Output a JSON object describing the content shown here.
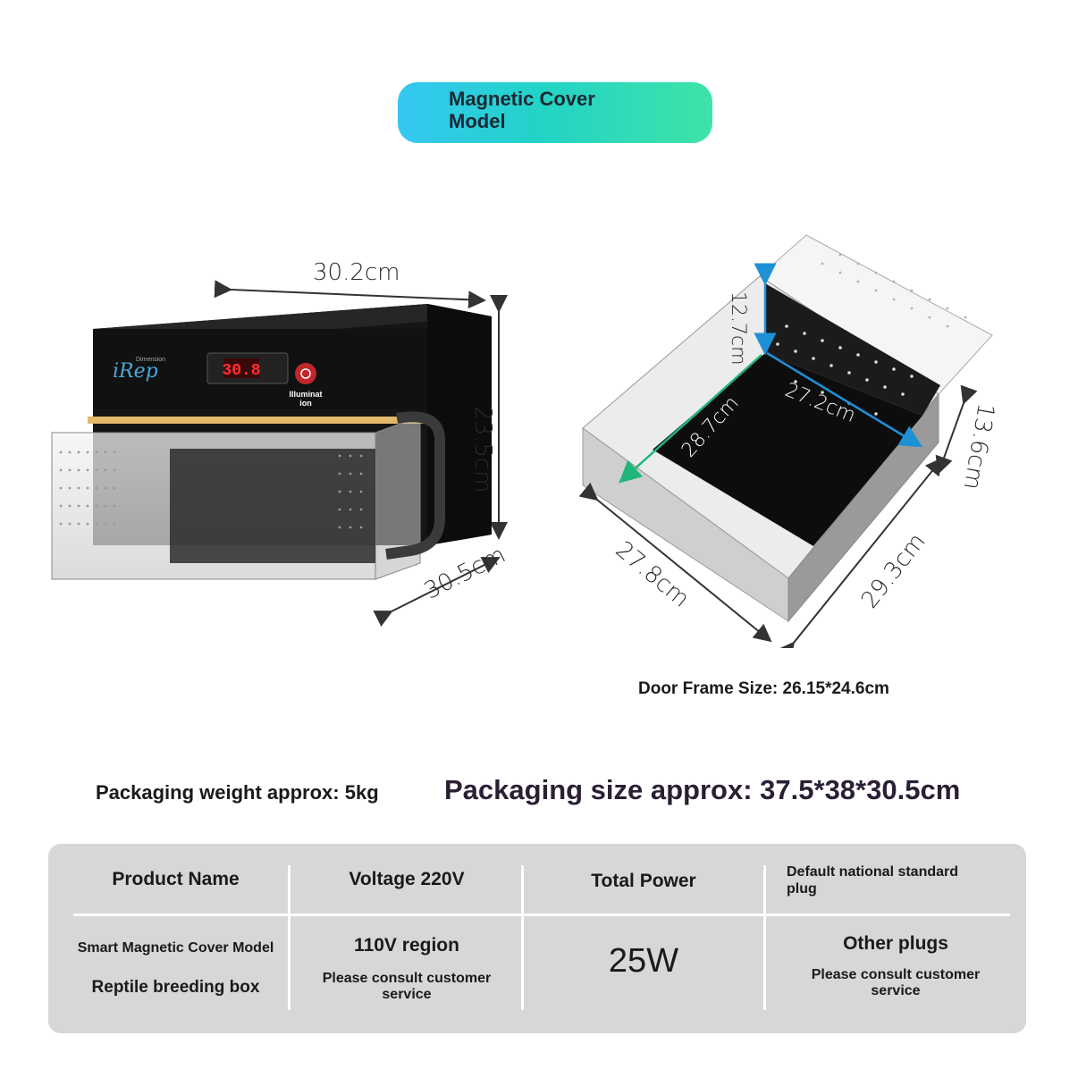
{
  "title": {
    "line1": "Magnetic Cover",
    "line2": "Model"
  },
  "product_left": {
    "brand_small": "Dimension",
    "brand": "iRep",
    "display_value": "30.8",
    "power_label_1": "Illuminat",
    "power_label_2": "ion",
    "width_label": "30.2cm",
    "height_label": "23.5cm",
    "depth_label": "30.5cm"
  },
  "product_right": {
    "dim_a": "12.7cm",
    "dim_b": "27.2cm",
    "dim_c": "28.7cm",
    "dim_d": "13.6cm",
    "dim_e": "27.8cm",
    "dim_f": "29.3cm"
  },
  "door_frame": "Door Frame Size: 26.15*24.6cm",
  "packaging_weight": "Packaging weight approx: 5kg",
  "packaging_size": "Packaging size approx: 37.5*38*30.5cm",
  "spec_table": {
    "header": [
      "Product Name",
      "Voltage 220V",
      "Total Power",
      "Default national standard plug"
    ],
    "row": {
      "product_line1": "Smart Magnetic Cover Model",
      "product_line2": "Reptile breeding box",
      "voltage_main": "110V region",
      "voltage_note": "Please consult customer service",
      "power": "25W",
      "plug_main": "Other plugs",
      "plug_note": "Please consult customer service"
    }
  },
  "colors": {
    "accent_cyan": "#35c7f3",
    "accent_green": "#3fe3a7",
    "table_bg": "#d7d7d7"
  }
}
